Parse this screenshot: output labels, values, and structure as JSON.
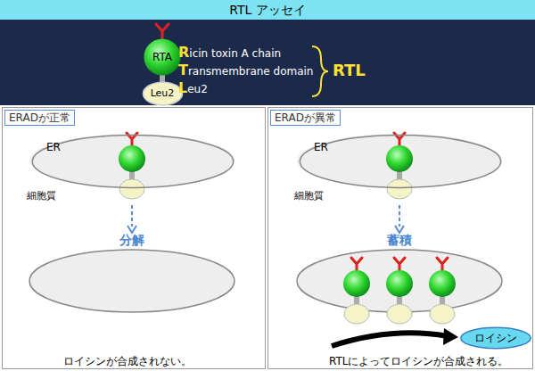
{
  "diagram": {
    "title": "RTL アッセイ",
    "nodes": [
      {
        "text": [
          "RTA"
        ]
      },
      {
        "text": [
          "Leu2"
        ]
      },
      {
        "text": [
          "ERADが正常",
          "ロイシンが合成されない。"
        ]
      },
      {
        "text": [
          "ER"
        ],
        "in": 2
      },
      {
        "text": [
          "ERADが異常",
          "RTLによってロイシンが合成される。"
        ]
      },
      {
        "text": [
          "ER"
        ],
        "in": 4
      },
      {
        "text": [
          "ロイシン"
        ],
        "in": 4
      }
    ],
    "labels": [
      "Ricin toxin A chain",
      "Transmembrane domain",
      "Leu2",
      "RTL",
      "細胞質",
      "分解",
      "細胞質",
      "蓄積"
    ]
  }
}
